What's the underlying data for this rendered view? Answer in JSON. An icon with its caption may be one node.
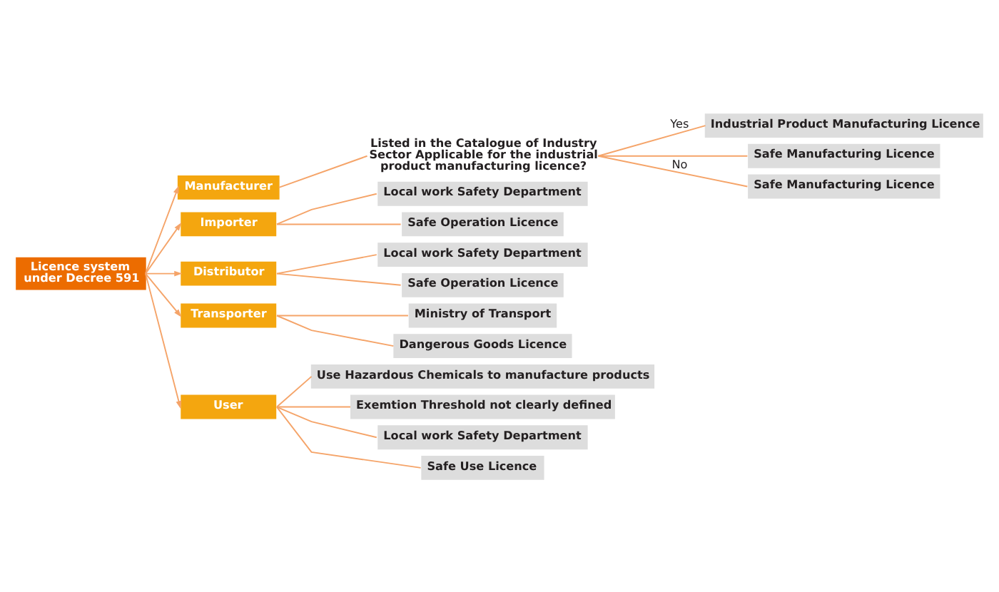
{
  "diagram": {
    "nodes": [
      {
        "text": [
          "Licence system under Decree 591"
        ]
      },
      {
        "text": [
          "Manufacturer"
        ]
      },
      {
        "text": [
          "Listed in the Catalogue of Industry Sector Applicable for the industrial product manufacturing licence?"
        ]
      },
      {
        "text": [
          "Industrial Product Manufacturing Licence"
        ]
      },
      {
        "text": [
          "Safe Manufacturing Licence"
        ]
      },
      {
        "text": [
          "Safe Manufacturing Licence"
        ]
      },
      {
        "text": [
          "Importer"
        ]
      },
      {
        "text": [
          "Local work Safety Department"
        ]
      },
      {
        "text": [
          "Safe Operation Licence"
        ]
      },
      {
        "text": [
          "Distributor"
        ]
      },
      {
        "text": [
          "Local work Safety Department"
        ]
      },
      {
        "text": [
          "Safe Operation Licence"
        ]
      },
      {
        "text": [
          "Transporter"
        ]
      },
      {
        "text": [
          "Ministry of Transport"
        ]
      },
      {
        "text": [
          "Dangerous Goods Licence"
        ]
      },
      {
        "text": [
          "User"
        ]
      },
      {
        "text": [
          "Use Hazardous Chemicals to manufacture products"
        ]
      },
      {
        "text": [
          "Exemtion Threshold not clearly defined"
        ]
      },
      {
        "text": [
          "Local work Safety Department"
        ]
      },
      {
        "text": [
          "Safe Use Licence"
        ]
      }
    ],
    "edges": [
      {
        "from": 0,
        "to": 1,
        "arrow": "to"
      },
      {
        "from": 1,
        "to": 2,
        "arrow": "none"
      },
      {
        "from": 2,
        "to": 3,
        "arrow": "none",
        "label": "Yes"
      },
      {
        "from": 2,
        "to": 4,
        "arrow": "none"
      },
      {
        "from": 2,
        "to": 5,
        "arrow": "none",
        "label": "No"
      },
      {
        "from": 0,
        "to": 6,
        "arrow": "to"
      },
      {
        "from": 6,
        "to": 7,
        "arrow": "none"
      },
      {
        "from": 6,
        "to": 8,
        "arrow": "none"
      },
      {
        "from": 0,
        "to": 9,
        "arrow": "to"
      },
      {
        "from": 9,
        "to": 10,
        "arrow": "none"
      },
      {
        "from": 9,
        "to": 11,
        "arrow": "none"
      },
      {
        "from": 0,
        "to": 12,
        "arrow": "to"
      },
      {
        "from": 12,
        "to": 13,
        "arrow": "none"
      },
      {
        "from": 12,
        "to": 14,
        "arrow": "none"
      },
      {
        "from": 0,
        "to": 15,
        "arrow": "to"
      },
      {
        "from": 15,
        "to": 16,
        "arrow": "none"
      },
      {
        "from": 15,
        "to": 17,
        "arrow": "none"
      },
      {
        "from": 15,
        "to": 18,
        "arrow": "none"
      },
      {
        "from": 15,
        "to": 19,
        "arrow": "none"
      }
    ]
  }
}
